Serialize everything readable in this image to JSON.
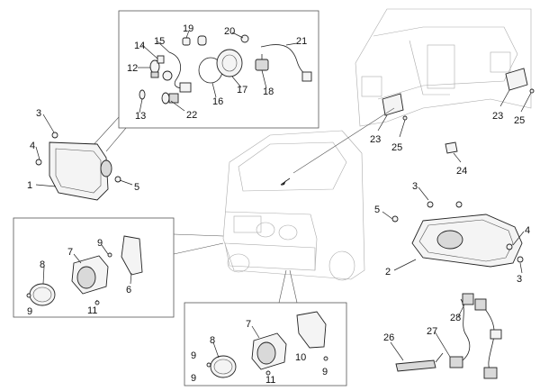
{
  "diagram": {
    "callouts": {
      "c1": "1",
      "c2": "2",
      "c3a": "3",
      "c3b": "3",
      "c3c": "3",
      "c4a": "4",
      "c4b": "4",
      "c5a": "5",
      "c5b": "5",
      "c6": "6",
      "c7a": "7",
      "c7b": "7",
      "c8a": "8",
      "c8b": "8",
      "c9a": "9",
      "c9b": "9",
      "c9c": "9",
      "c9d": "9",
      "c9e": "9",
      "c10": "10",
      "c11a": "11",
      "c11b": "11",
      "c12": "12",
      "c13": "13",
      "c14": "14",
      "c15": "15",
      "c16": "16",
      "c17": "17",
      "c18": "18",
      "c19": "19",
      "c20": "20",
      "c21": "21",
      "c22": "22",
      "c23a": "23",
      "c23b": "23",
      "c24": "24",
      "c25a": "25",
      "c25b": "25",
      "c26": "26",
      "c27": "27",
      "c28": "28"
    }
  }
}
